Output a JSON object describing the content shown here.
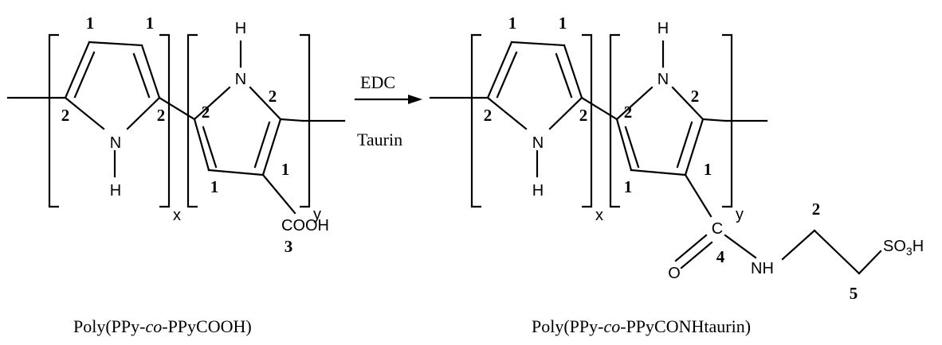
{
  "atoms": {
    "n": "N",
    "h": "H",
    "cooh": "COOH",
    "c": "C",
    "o": "O",
    "nh": "NH",
    "so3h_prefix": "SO",
    "so3h_sub": "3",
    "so3h_suffix": "H"
  },
  "subscripts": {
    "x": "x",
    "y": "y"
  },
  "numbers": {
    "one": "1",
    "two": "2",
    "three": "3",
    "four": "4",
    "five": "5"
  },
  "reaction": {
    "reagent_top": "EDC",
    "reagent_bottom": "Taurin"
  },
  "captions": {
    "left_prefix": "Poly(PPy-",
    "left_italic": "co",
    "left_suffix": "-PPyCOOH)",
    "right_prefix": "Poly(PPy-",
    "right_italic": "co",
    "right_suffix": "-PPyCONHtaurin)"
  }
}
